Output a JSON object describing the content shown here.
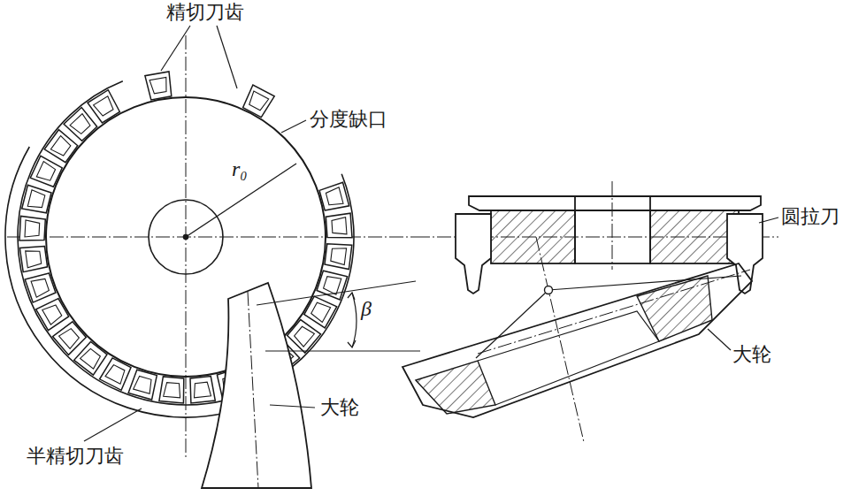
{
  "diagram": {
    "labels": [
      "精切刀齿",
      "分度缺口",
      "r₀",
      "圆拉刀",
      "β",
      "大轮",
      "大轮",
      "半精切刀齿"
    ]
  }
}
